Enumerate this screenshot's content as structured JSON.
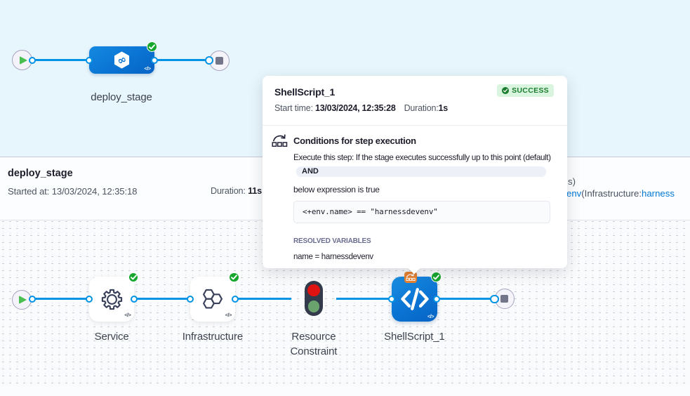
{
  "stage_graph": {
    "node_label": "deploy_stage",
    "code_glyph": "</>"
  },
  "stage_bar": {
    "title": "deploy_stage",
    "started": "Started at: 13/03/2024, 12:35:18",
    "duration_label": "Duration: ",
    "duration_value": "11s",
    "right_line1_fragment": "s)",
    "right_line2_env": "env",
    "right_line2_infra": "(Infrastructure:",
    "right_line2_tail": "harness"
  },
  "tooltip": {
    "title": "ShellScript_1",
    "status": "SUCCESS",
    "start_label": "Start time: ",
    "start_value": "13/03/2024, 12:35:28",
    "duration_label": "Duration:",
    "duration_value": "1s",
    "section_title": "Conditions for step execution",
    "execute_line": "Execute this step: If the stage executes successfully up to this point (default)",
    "operator": "AND",
    "expression_intro": "below expression is true",
    "expression": "<+env.name> == \"harnessdevenv\"",
    "resolved_title": "RESOLVED VARIABLES",
    "resolved_value": "name = harnessdevenv"
  },
  "step_graph": {
    "nodes": [
      {
        "label": "Service"
      },
      {
        "label": "Infrastructure"
      },
      {
        "label": "Resource Constraint"
      },
      {
        "label": "ShellScript_1"
      }
    ],
    "code_glyph": "</>"
  },
  "colors": {
    "line_blue": "#0092e4",
    "node_blue": "#0a74d3",
    "success_green": "#17a62e",
    "badge_orange": "#e8822f",
    "link_blue": "#0278d5"
  }
}
